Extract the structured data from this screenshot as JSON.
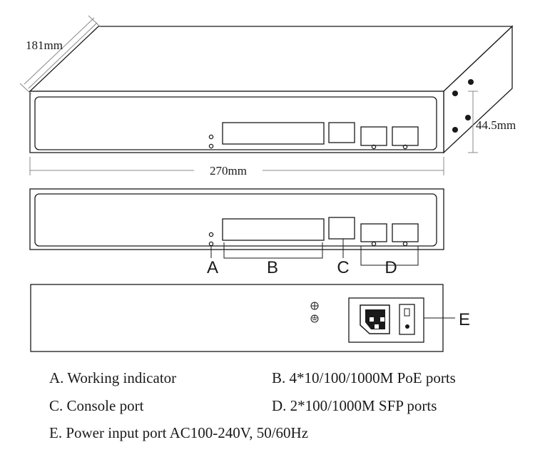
{
  "dimensions": {
    "depth": "181mm",
    "height": "44.5mm",
    "width": "270mm"
  },
  "callouts": {
    "a": "A",
    "b": "B",
    "c": "C",
    "d": "D",
    "e": "E"
  },
  "legend": {
    "a": "A. Working indicator",
    "b": "B. 4*10/100/1000M PoE ports",
    "c": "C. Console port",
    "d": "D. 2*100/1000M SFP ports",
    "e": "E. Power input port AC100-240V, 50/60Hz"
  }
}
